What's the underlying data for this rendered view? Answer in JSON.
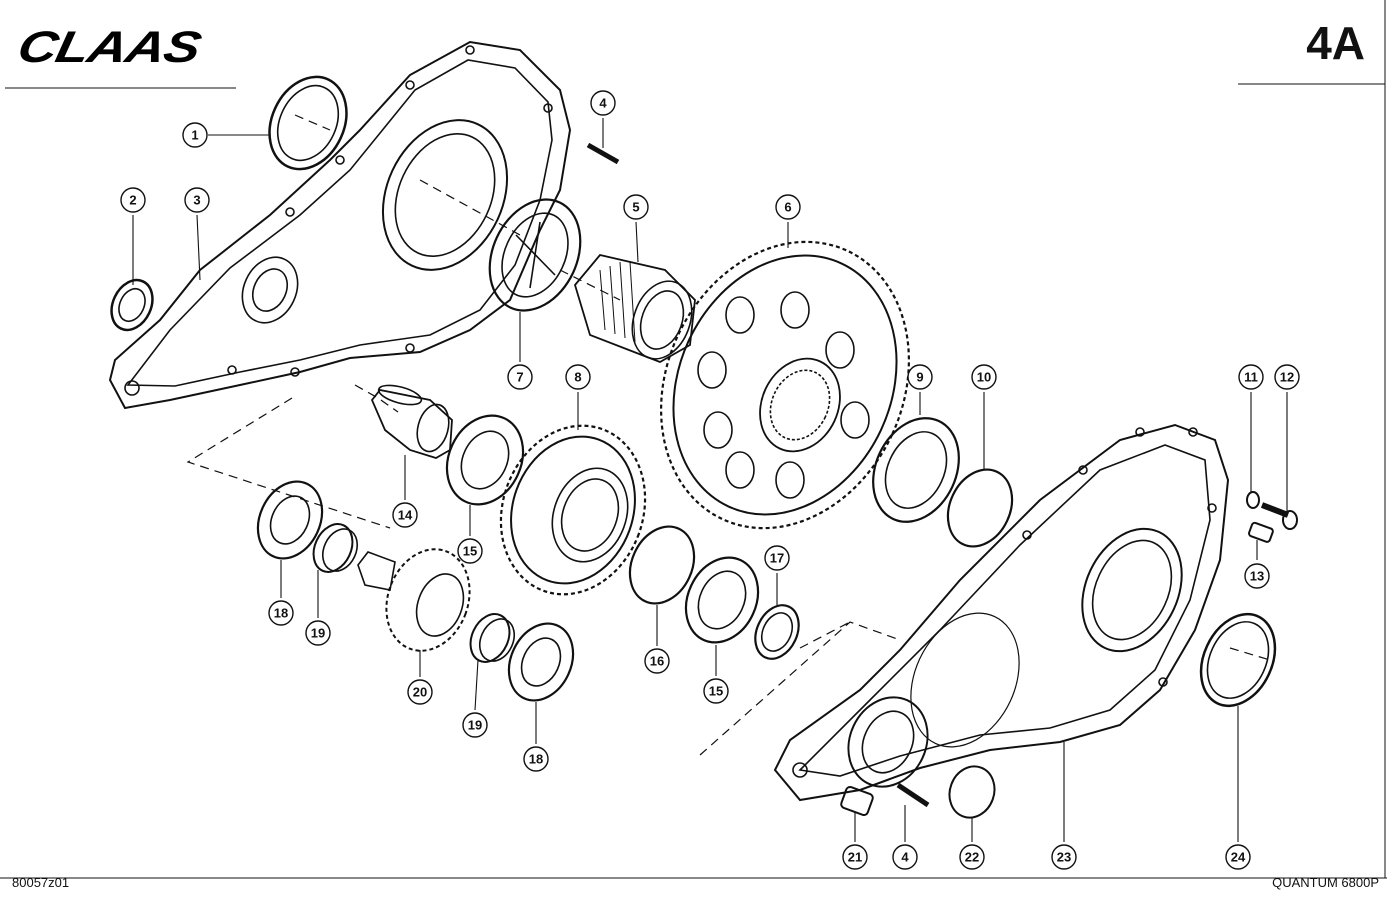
{
  "header": {
    "brand": "CLAAS",
    "page_code": "4A"
  },
  "footer": {
    "drawing_number": "80057z01",
    "model": "QUANTUM 6800P"
  },
  "callouts": [
    {
      "id": "c1",
      "label": "1"
    },
    {
      "id": "c2",
      "label": "2"
    },
    {
      "id": "c3",
      "label": "3"
    },
    {
      "id": "c4a",
      "label": "4"
    },
    {
      "id": "c5",
      "label": "5"
    },
    {
      "id": "c6",
      "label": "6"
    },
    {
      "id": "c7",
      "label": "7"
    },
    {
      "id": "c8",
      "label": "8"
    },
    {
      "id": "c9",
      "label": "9"
    },
    {
      "id": "c10",
      "label": "10"
    },
    {
      "id": "c11",
      "label": "11"
    },
    {
      "id": "c12",
      "label": "12"
    },
    {
      "id": "c13",
      "label": "13"
    },
    {
      "id": "c14",
      "label": "14"
    },
    {
      "id": "c15a",
      "label": "15"
    },
    {
      "id": "c15b",
      "label": "15"
    },
    {
      "id": "c16",
      "label": "16"
    },
    {
      "id": "c17",
      "label": "17"
    },
    {
      "id": "c18a",
      "label": "18"
    },
    {
      "id": "c18b",
      "label": "18"
    },
    {
      "id": "c19a",
      "label": "19"
    },
    {
      "id": "c19b",
      "label": "19"
    },
    {
      "id": "c20",
      "label": "20"
    },
    {
      "id": "c21",
      "label": "21"
    },
    {
      "id": "c4b",
      "label": "4"
    },
    {
      "id": "c22",
      "label": "22"
    },
    {
      "id": "c23",
      "label": "23"
    },
    {
      "id": "c24",
      "label": "24"
    }
  ]
}
